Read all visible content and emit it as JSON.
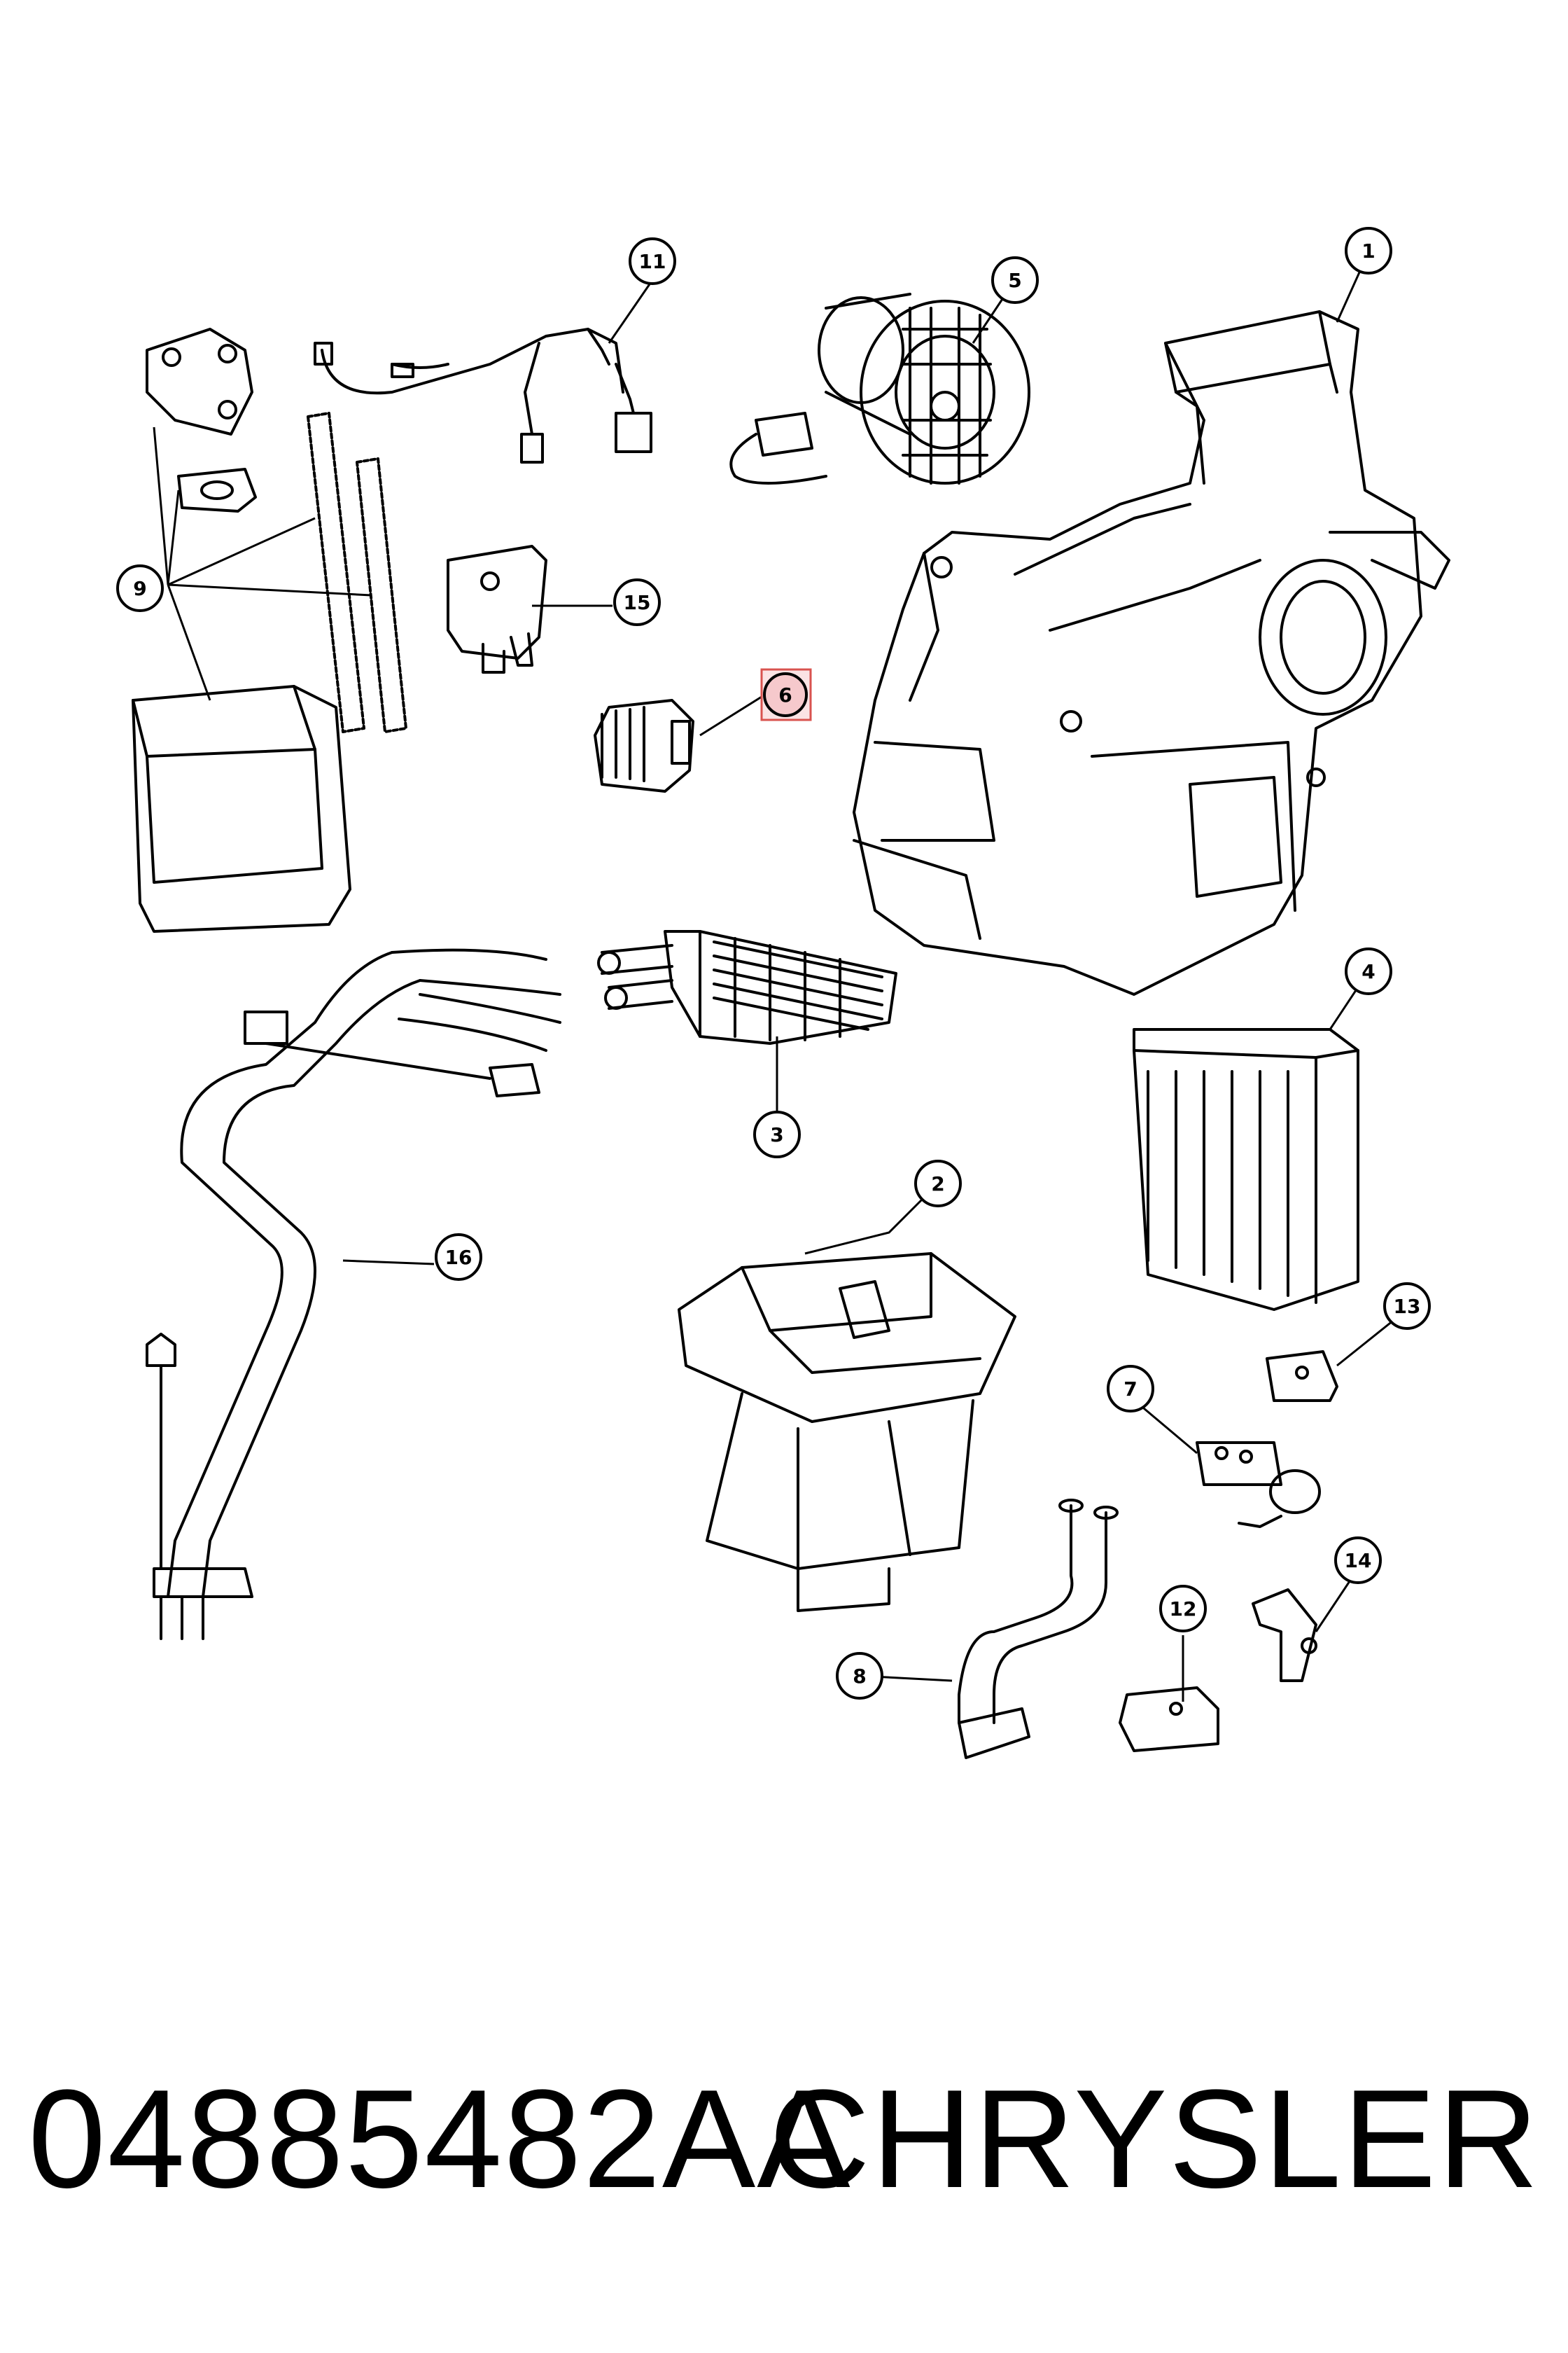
{
  "callouts": [
    {
      "id": "1",
      "highlighted": false
    },
    {
      "id": "2",
      "highlighted": false
    },
    {
      "id": "3",
      "highlighted": false
    },
    {
      "id": "4",
      "highlighted": false
    },
    {
      "id": "5",
      "highlighted": false
    },
    {
      "id": "6",
      "highlighted": true
    },
    {
      "id": "7",
      "highlighted": false
    },
    {
      "id": "8",
      "highlighted": false
    },
    {
      "id": "9",
      "highlighted": false
    },
    {
      "id": "11",
      "highlighted": false
    },
    {
      "id": "12",
      "highlighted": false
    },
    {
      "id": "13",
      "highlighted": false
    },
    {
      "id": "14",
      "highlighted": false
    },
    {
      "id": "15",
      "highlighted": false
    },
    {
      "id": "16",
      "highlighted": false
    }
  ],
  "footer": {
    "part_number": "04885482AA",
    "brand": "CHRYSLER"
  },
  "colors": {
    "line": "#000000",
    "background": "#ffffff",
    "highlight_fill": "#f6c9cc",
    "highlight_stroke": "#d9534f"
  }
}
